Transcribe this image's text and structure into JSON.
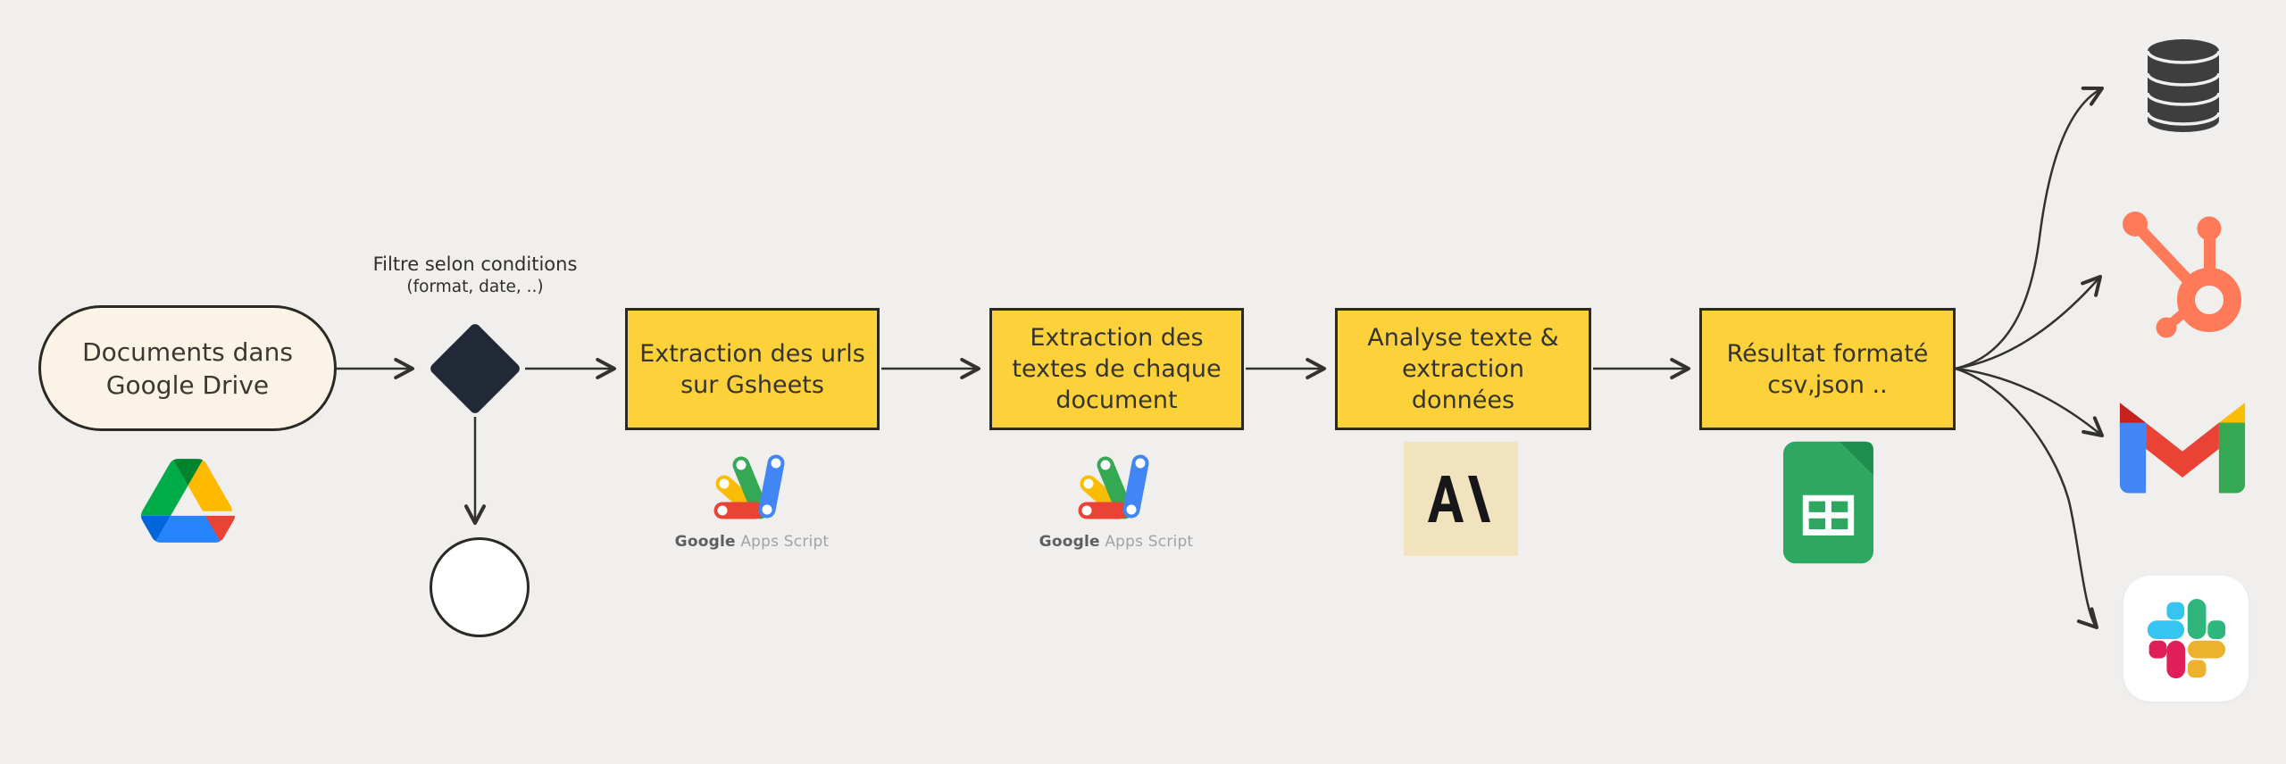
{
  "colors": {
    "background": "#f0efed",
    "node_yellow": "#fdd13a",
    "node_cream": "#faf3e6",
    "ink_border": "#2b2923",
    "connector": "#33322e",
    "diamond_fill": "#212936",
    "anthropic_beige": "#f2e3bf",
    "database_gray": "#3e3e3e",
    "hubspot_orange": "#ff7a59",
    "sheets_green": "#2ea860",
    "sheets_fold_green": "#1e8e4e",
    "drive_palette": [
      "#0066da",
      "#00ac47",
      "#ea4335",
      "#00832d",
      "#2684fc",
      "#ffba00"
    ],
    "gmail_palette": [
      "#4285f4",
      "#34a853",
      "#ea4335",
      "#c5221f",
      "#fbbc04"
    ],
    "slack_palette": [
      "#36c5f0",
      "#2eb67d",
      "#e01e5a",
      "#ecb22e"
    ],
    "apps_script_palette": [
      "#ea4335",
      "#fbbc04",
      "#34a853",
      "#4285f4"
    ]
  },
  "flow": {
    "source": {
      "label": "Documents dans\nGoogle Drive",
      "icon": "google-drive-icon"
    },
    "filter": {
      "title": "Filtre selon conditions",
      "subtitle": "(format, date, ..)",
      "shape": "decision-diamond",
      "else_shape": "terminator-circle"
    },
    "steps": [
      {
        "label": "Extraction des urls\nsur Gsheets",
        "icon": "google-apps-script-icon",
        "caption_strong": "Google",
        "caption_rest": " Apps Script"
      },
      {
        "label": "Extraction des\ntextes de chaque\ndocument",
        "icon": "google-apps-script-icon",
        "caption_strong": "Google",
        "caption_rest": " Apps Script"
      },
      {
        "label": "Analyse texte &\nextraction\ndonnées",
        "icon": "anthropic-icon"
      },
      {
        "label": "Résultat formaté\ncsv,json ..",
        "icon": "google-sheets-icon"
      }
    ],
    "outputs": [
      {
        "icon": "database-icon"
      },
      {
        "icon": "hubspot-icon"
      },
      {
        "icon": "gmail-icon"
      },
      {
        "icon": "slack-icon"
      }
    ]
  }
}
